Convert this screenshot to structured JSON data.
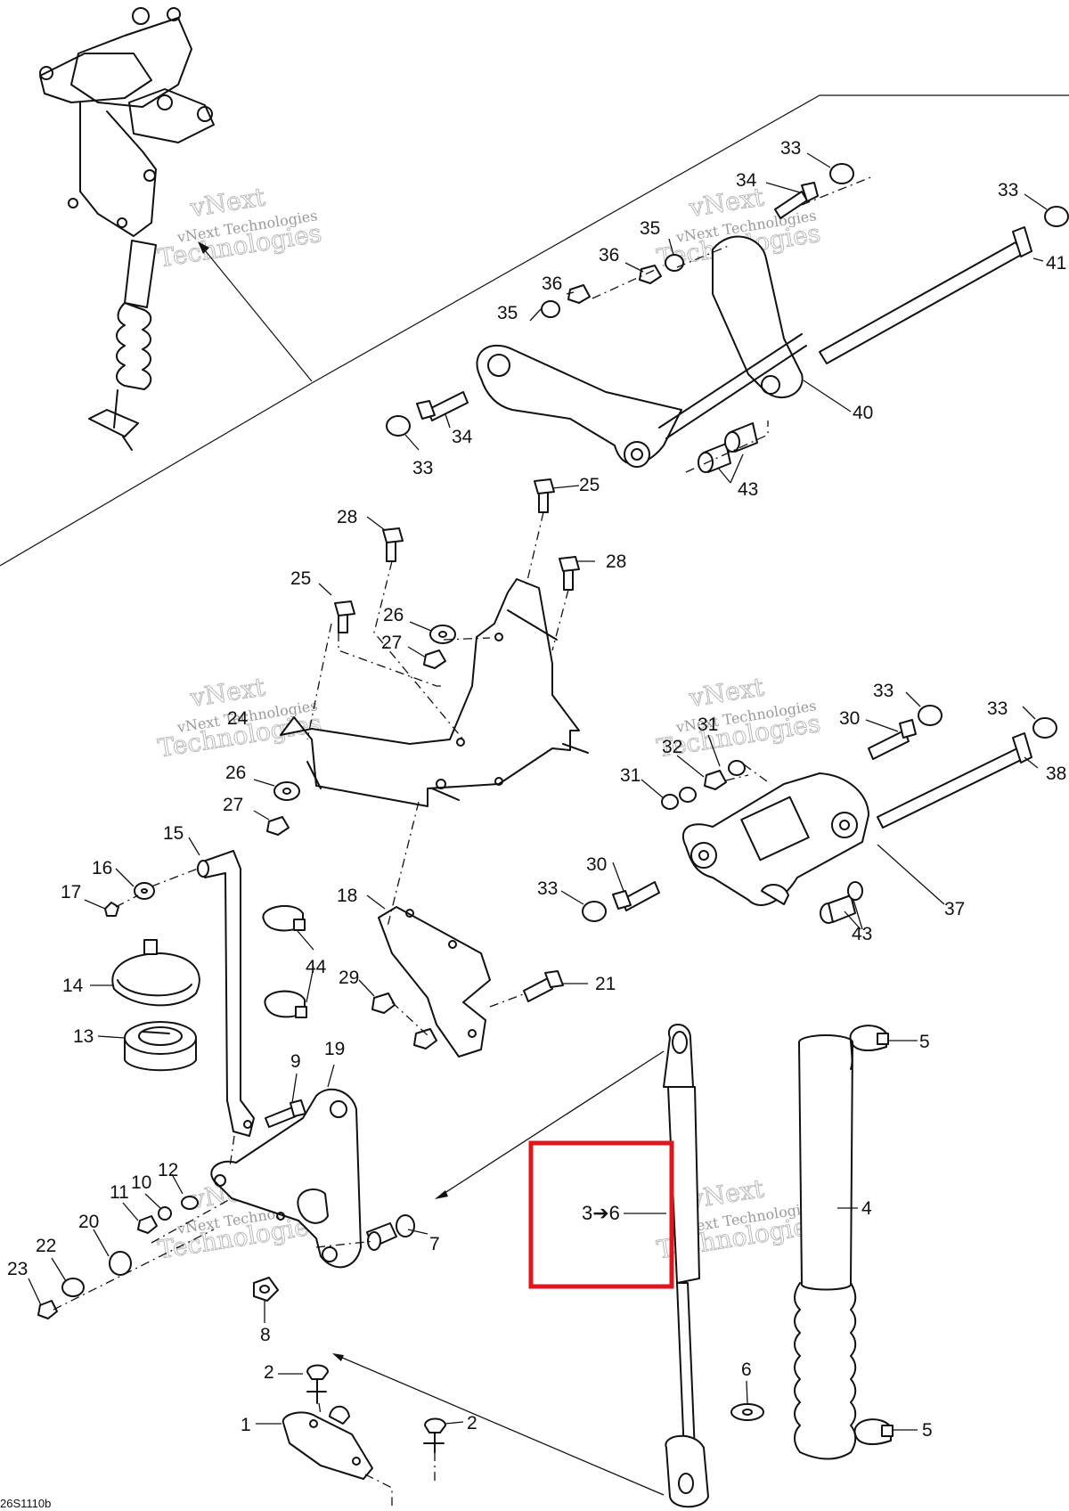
{
  "figure_code": "26S1110b",
  "watermark": {
    "line1": "vNext Technologies",
    "line2": "Technologies",
    "line3": "vNext"
  },
  "highlight": {
    "text": "3➔6",
    "border_color": "#e0161d"
  },
  "callouts": [
    {
      "id": "c33a",
      "text": "33"
    },
    {
      "id": "c34a",
      "text": "34"
    },
    {
      "id": "c33b",
      "text": "33"
    },
    {
      "id": "c35a",
      "text": "35"
    },
    {
      "id": "c36a",
      "text": "36"
    },
    {
      "id": "c41",
      "text": "41"
    },
    {
      "id": "c36b",
      "text": "36"
    },
    {
      "id": "c35b",
      "text": "35"
    },
    {
      "id": "c40",
      "text": "40"
    },
    {
      "id": "c34b",
      "text": "34"
    },
    {
      "id": "c33c",
      "text": "33"
    },
    {
      "id": "c43a",
      "text": "43"
    },
    {
      "id": "c25a",
      "text": "25"
    },
    {
      "id": "c28a",
      "text": "28"
    },
    {
      "id": "c28b",
      "text": "28"
    },
    {
      "id": "c25b",
      "text": "25"
    },
    {
      "id": "c26a",
      "text": "26"
    },
    {
      "id": "c27a",
      "text": "27"
    },
    {
      "id": "c24",
      "text": "24"
    },
    {
      "id": "c26b",
      "text": "26"
    },
    {
      "id": "c27b",
      "text": "27"
    },
    {
      "id": "c33d",
      "text": "33"
    },
    {
      "id": "c33e",
      "text": "33"
    },
    {
      "id": "c31a",
      "text": "31"
    },
    {
      "id": "c30a",
      "text": "30"
    },
    {
      "id": "c32",
      "text": "32"
    },
    {
      "id": "c31b",
      "text": "31"
    },
    {
      "id": "c38",
      "text": "38"
    },
    {
      "id": "c15",
      "text": "15"
    },
    {
      "id": "c16",
      "text": "16"
    },
    {
      "id": "c17",
      "text": "17"
    },
    {
      "id": "c18",
      "text": "18"
    },
    {
      "id": "c30b",
      "text": "30"
    },
    {
      "id": "c33f",
      "text": "33"
    },
    {
      "id": "c37",
      "text": "37"
    },
    {
      "id": "c43b",
      "text": "43"
    },
    {
      "id": "c44",
      "text": "44"
    },
    {
      "id": "c14",
      "text": "14"
    },
    {
      "id": "c29",
      "text": "29"
    },
    {
      "id": "c21",
      "text": "21"
    },
    {
      "id": "c13",
      "text": "13"
    },
    {
      "id": "c5a",
      "text": "5"
    },
    {
      "id": "c9",
      "text": "9"
    },
    {
      "id": "c19",
      "text": "19"
    },
    {
      "id": "c12",
      "text": "12"
    },
    {
      "id": "c10",
      "text": "10"
    },
    {
      "id": "c11",
      "text": "11"
    },
    {
      "id": "c20",
      "text": "20"
    },
    {
      "id": "c22",
      "text": "22"
    },
    {
      "id": "c23",
      "text": "23"
    },
    {
      "id": "c7",
      "text": "7"
    },
    {
      "id": "c8",
      "text": "8"
    },
    {
      "id": "c4",
      "text": "4"
    },
    {
      "id": "c2a",
      "text": "2"
    },
    {
      "id": "c6",
      "text": "6"
    },
    {
      "id": "c1",
      "text": "1"
    },
    {
      "id": "c2b",
      "text": "2"
    },
    {
      "id": "c5b",
      "text": "5"
    }
  ]
}
